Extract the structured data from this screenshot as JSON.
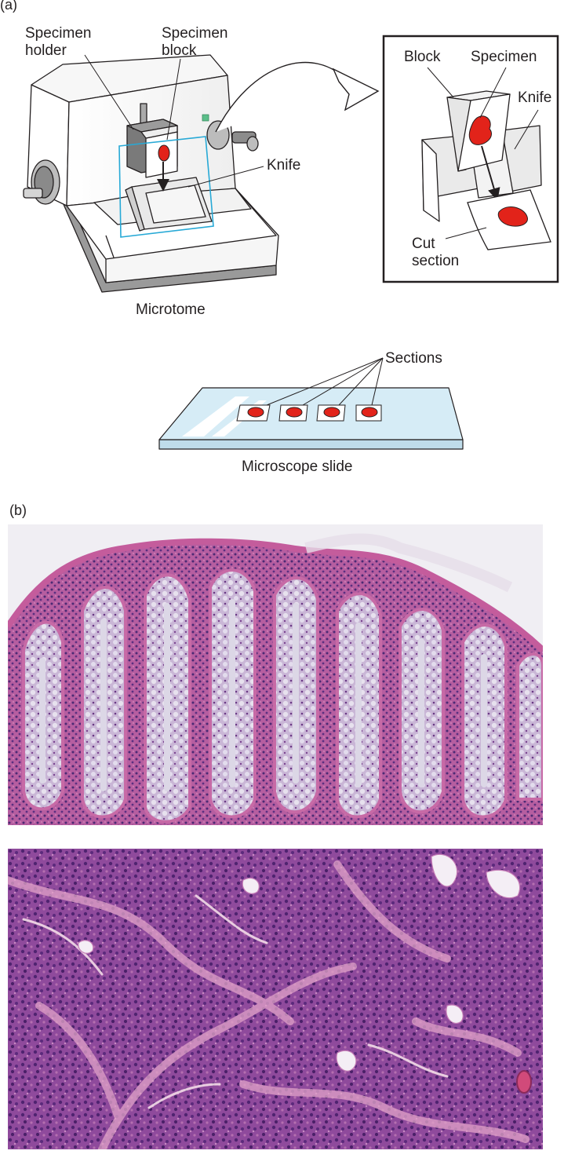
{
  "panel_a": {
    "label": "(a)",
    "microtome": {
      "specimen_holder": "Specimen\nholder",
      "specimen_block": "Specimen\nblock",
      "knife": "Knife",
      "caption": "Microtome"
    },
    "detail": {
      "block": "Block",
      "specimen": "Specimen",
      "knife": "Knife",
      "cut_section": "Cut\nsection"
    },
    "slide": {
      "sections": "Sections",
      "caption": "Microscope slide"
    }
  },
  "panel_b": {
    "label": "(b)",
    "micrographs": [
      "normal-colon-tissue-micrograph",
      "colon-carcinoma-tissue-micrograph"
    ]
  },
  "colors": {
    "specimen_red": "#e2231a",
    "slide_blue": "#d6ecf6",
    "highlight_cyan": "#27a9d6",
    "tissue_pink": "#d98ab8",
    "tissue_purple": "#7a3d8c"
  }
}
